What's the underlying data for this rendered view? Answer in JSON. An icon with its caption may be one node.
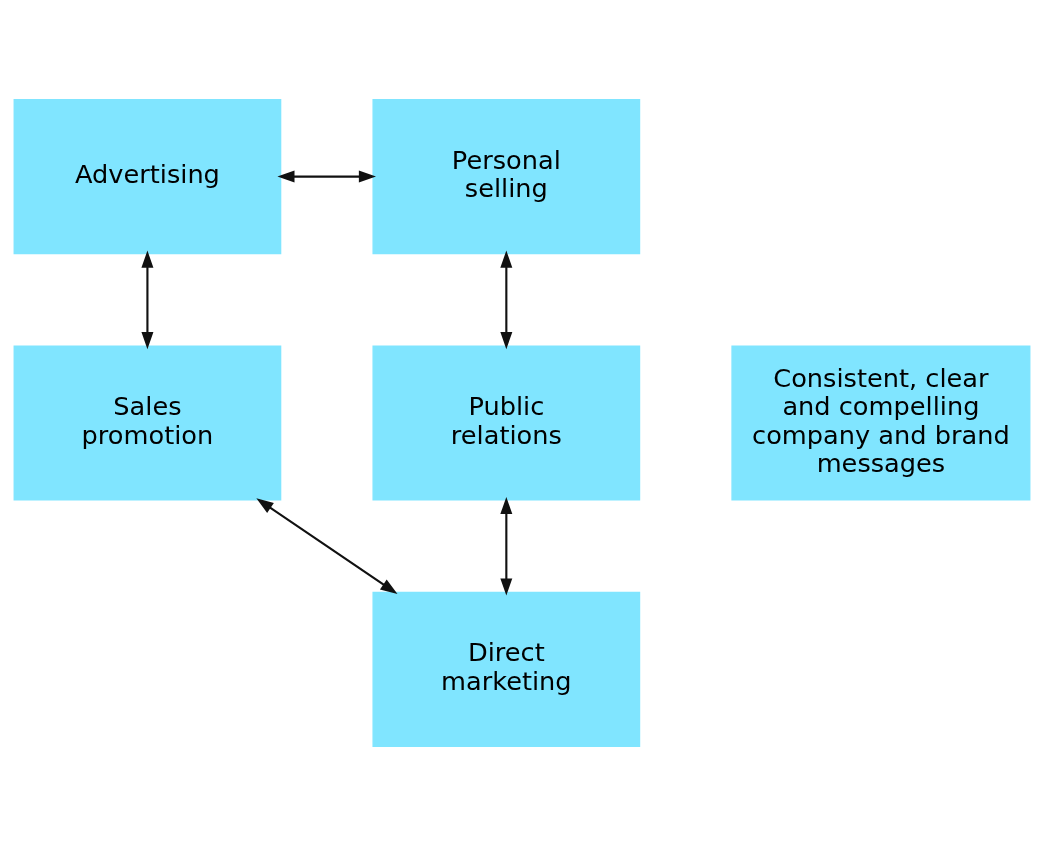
{
  "diagram": {
    "nodes": [
      {
        "text": [
          "Advertising"
        ]
      },
      {
        "text": [
          "Personal selling"
        ]
      },
      {
        "text": [
          "Public relations"
        ]
      },
      {
        "text": [
          "Direct marketing"
        ]
      },
      {
        "text": [
          "Sales promotion"
        ]
      },
      {
        "text": [
          "Consistent, clear and compelling company and brand messages"
        ]
      }
    ],
    "edges": [
      {
        "from": 0,
        "to": 1,
        "arrow": "both"
      },
      {
        "from": 1,
        "to": 2,
        "arrow": "both"
      },
      {
        "from": 2,
        "to": 3,
        "arrow": "both"
      },
      {
        "from": 3,
        "to": 4,
        "arrow": "both"
      },
      {
        "from": 4,
        "to": 0,
        "arrow": "both"
      }
    ]
  }
}
